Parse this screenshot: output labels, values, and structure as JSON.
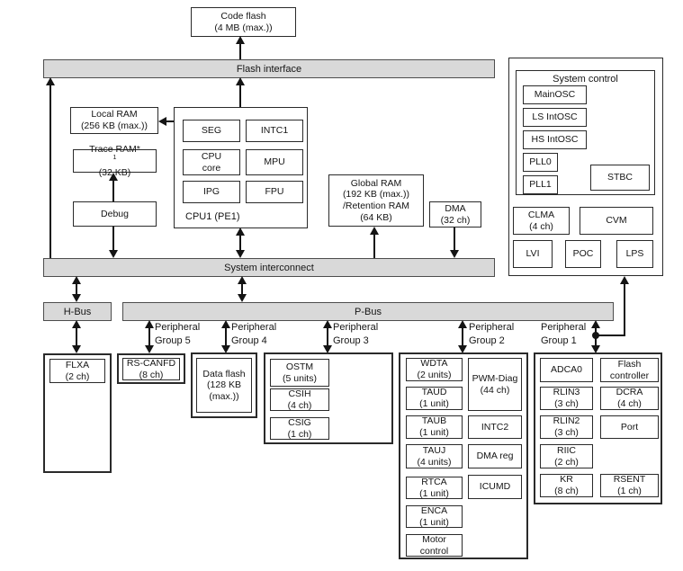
{
  "colors": {
    "bus_fill": "#d9d9d9",
    "line": "#141414",
    "box_fill": "#ffffff",
    "background": "#ffffff"
  },
  "buses": {
    "flash_interface": "Flash interface",
    "system_interconnect": "System interconnect",
    "h_bus": "H-Bus",
    "p_bus": "P-Bus"
  },
  "top": {
    "code_flash": {
      "l1": "Code flash",
      "l2": "(4 MB (max.))"
    }
  },
  "memory": {
    "local_ram": {
      "l1": "Local RAM",
      "l2": "(256 KB (max.))"
    },
    "trace_ram": {
      "l1": "Trace RAM*",
      "sup": "1",
      "l2": "(32 KB)"
    },
    "debug": "Debug",
    "global_ram": {
      "l1": "Global RAM",
      "l2": "(192 KB (max.))",
      "l3": "/Retention RAM",
      "l4": "(64 KB)"
    },
    "dma": {
      "l1": "DMA",
      "l2": "(32 ch)"
    }
  },
  "cpu1": {
    "label": "CPU1 (PE1)",
    "seg": "SEG",
    "intc1": "INTC1",
    "cpu_core": {
      "l1": "CPU",
      "l2": "core"
    },
    "mpu": "MPU",
    "ipg": "IPG",
    "fpu": "FPU"
  },
  "system_control": {
    "title": "System control",
    "mainosc": "MainOSC",
    "ls_intosc": "LS IntOSC",
    "hs_intosc": "HS IntOSC",
    "pll0": "PLL0",
    "pll1": "PLL1",
    "stbc": "STBC",
    "clma": {
      "l1": "CLMA",
      "l2": "(4 ch)"
    },
    "cvm": "CVM",
    "lvi": "LVI",
    "poc": "POC",
    "lps": "LPS"
  },
  "peripheral_groups": {
    "g5": {
      "l1": "Peripheral",
      "l2": "Group 5"
    },
    "g4": {
      "l1": "Peripheral",
      "l2": "Group 4"
    },
    "g3": {
      "l1": "Peripheral",
      "l2": "Group 3"
    },
    "g2": {
      "l1": "Peripheral",
      "l2": "Group 2"
    },
    "g1": {
      "l1": "Peripheral",
      "l2": "Group 1"
    }
  },
  "peripherals": {
    "flxa": {
      "l1": "FLXA",
      "l2": "(2 ch)"
    },
    "rs_canfd": {
      "l1": "RS-CANFD",
      "l2": "(8 ch)"
    },
    "data_flash": {
      "l1": "Data flash",
      "l2": "(128 KB",
      "l3": "(max.))"
    },
    "ostm": {
      "l1": "OSTM",
      "l2": "(5 units)"
    },
    "csih": {
      "l1": "CSIH",
      "l2": "(4 ch)"
    },
    "csig": {
      "l1": "CSIG",
      "l2": "(1 ch)"
    },
    "wdta": {
      "l1": "WDTA",
      "l2": "(2 units)"
    },
    "taud": {
      "l1": "TAUD",
      "l2": "(1 unit)"
    },
    "taub": {
      "l1": "TAUB",
      "l2": "(1 unit)"
    },
    "tauj": {
      "l1": "TAUJ",
      "l2": "(4 units)"
    },
    "rtca": {
      "l1": "RTCA",
      "l2": "(1 unit)"
    },
    "enca": {
      "l1": "ENCA",
      "l2": "(1 unit)"
    },
    "motor": {
      "l1": "Motor",
      "l2": "control"
    },
    "pwm_diag": {
      "l1": "PWM-Diag",
      "l2": "(44 ch)"
    },
    "intc2": "INTC2",
    "dma_reg": "DMA reg",
    "icumd": "ICUMD",
    "adca0": "ADCA0",
    "flash_controller": {
      "l1": "Flash",
      "l2": "controller"
    },
    "rlin3": {
      "l1": "RLIN3",
      "l2": "(3 ch)"
    },
    "dcra": {
      "l1": "DCRA",
      "l2": "(4 ch)"
    },
    "rlin2": {
      "l1": "RLIN2",
      "l2": "(3 ch)"
    },
    "port": "Port",
    "riic": {
      "l1": "RIIC",
      "l2": "(2 ch)"
    },
    "kr": {
      "l1": "KR",
      "l2": "(8 ch)"
    },
    "rsent": {
      "l1": "RSENT",
      "l2": "(1 ch)"
    }
  }
}
